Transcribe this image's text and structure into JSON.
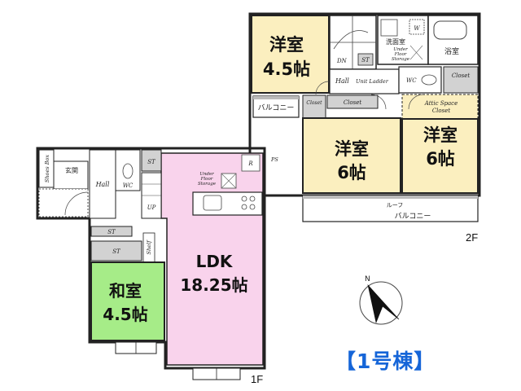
{
  "floor2": {
    "room_tl_name": "洋室",
    "room_tl_size": "4.5帖",
    "balcony_small": "バルコニー",
    "closet_a": "Closet",
    "closet_b": "Closet",
    "closet_c": "Closet",
    "dn": "DN",
    "st": "ST",
    "hall": "Hall",
    "unit_ladder": "Unit Ladder",
    "washroom": "洗面室",
    "under_floor_storage": [
      "Under",
      "Floor",
      "Storage"
    ],
    "w": "W",
    "bath": "浴室",
    "wc": "WC",
    "attic_space_closet": [
      "Attic Space",
      "Closet"
    ],
    "room_mid_name": "洋室",
    "room_mid_size": "6帖",
    "room_right_name": "洋室",
    "room_right_size": "6帖",
    "roof_label": "ルーフ",
    "roof_balcony": "バルコニー",
    "floor_label": "2F"
  },
  "floor1": {
    "shoes_box": "Shoes Box",
    "entrance": "玄関",
    "hall": "Hall",
    "wc": "WC",
    "st_a": "ST",
    "st_b": "ST",
    "st_c": "ST",
    "up": "UP",
    "shelf": "Shelf",
    "under_floor_storage": [
      "Under",
      "Floor",
      "Storage"
    ],
    "r": "R",
    "ps": "PS",
    "ldk_name": "LDK",
    "ldk_size": "18.25帖",
    "washitsu_name": "和室",
    "washitsu_size": "4.5帖",
    "floor_label": "1F"
  },
  "compass": {
    "north": "N"
  },
  "building_label": "【1号棟】",
  "colors": {
    "yellow_room": "#fbefbf",
    "ldk_pink": "#f9d3ec",
    "tatami_green": "#a6ec88",
    "closet_gray": "#d2d2d2",
    "wall": "#222222",
    "label_blue": "#1565d8"
  }
}
